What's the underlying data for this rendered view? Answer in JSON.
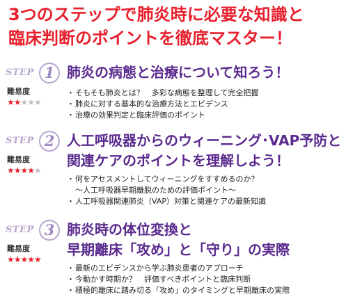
{
  "headline": {
    "line1": "3つのステップで肺炎時に必要な知識と",
    "line2": "臨床判断のポイントを徹底マスター！"
  },
  "colors": {
    "headline": "#e8202e",
    "step_title": "#5a2a8e",
    "step_badge": "#b6a5cf",
    "star_on": "#e8202e",
    "star_off": "#bdbdbd"
  },
  "difficulty_label": "難易度",
  "bullet_glyph": "・",
  "steps": [
    {
      "word": "STEP",
      "number": "1",
      "difficulty": 2,
      "stars": "★★",
      "stars_off": "★★★",
      "title_lines": [
        "肺炎の病態と治療について知ろう！"
      ],
      "bullets": [
        "そもそも肺炎とは？　多彩な病態を整理して完全把握",
        "肺炎に対する基本的な治療方法とエビデンス",
        "治療の効果判定と臨床評価のポイント"
      ]
    },
    {
      "word": "STEP",
      "number": "2",
      "difficulty": 4,
      "stars": "★★★★",
      "stars_off": "★",
      "title_lines": [
        "人工呼吸器からのウィーニング･VAP予防と",
        "関連ケアのポイントを理解しよう！"
      ],
      "bullets": [
        "何をアセスメントしてウィーニングをすすめるのか？",
        "人工呼吸器関連肺炎（VAP）対策と関連ケアの最新知識"
      ],
      "sub_line": "～人工呼吸器早期離脱のための評価ポイント～"
    },
    {
      "word": "STEP",
      "number": "3",
      "difficulty": 5,
      "stars": "★★★★★",
      "stars_off": "",
      "title_lines": [
        "肺炎時の体位変換と",
        "早期離床「攻め」と「守り」の実際"
      ],
      "bullets": [
        "最新のエビデンスから学ぶ肺炎患者のアプローチ",
        "今動かす時期か？　評価すべきポイントと臨床判断",
        "積極的離床に踏み切る「攻め」のタイミングと早期離床の実際"
      ]
    }
  ]
}
